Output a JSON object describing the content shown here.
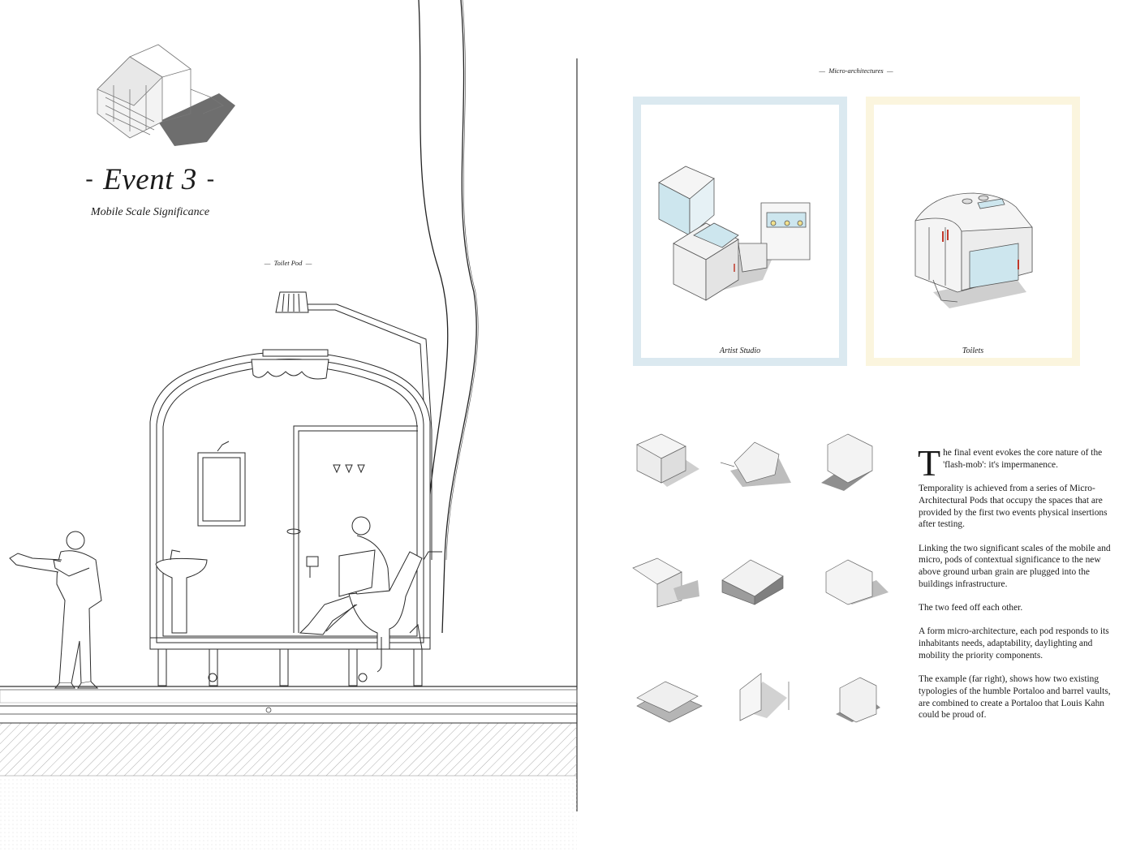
{
  "event": {
    "title": "Event 3",
    "subtitle": "Mobile Scale Significance"
  },
  "captions": {
    "toilet_pod": "Toilet Pod",
    "micro_architectures": "Micro-architectures",
    "artist_studio": "Artist Studio",
    "toilets": "Toilets"
  },
  "colors": {
    "studio_frame": "#dbe9f0",
    "toilets_frame": "#fbf5de",
    "line": "#2a2a2a",
    "shadow": "#8c8c8c",
    "glass": "#cde6ee",
    "accent_red": "#c0392b",
    "accent_yellow": "#f1e08c"
  },
  "text": {
    "dropcap": "T",
    "p1": "he final event evokes the core nature of the 'flash-mob': it's impermanence.",
    "p2": "Temporality is achieved from a series of Micro-Architectural Pods that occupy the spaces that are provided by the first two events physical insertions after testing.",
    "p3": "Linking the two significant scales of the mobile and micro, pods of contextual significance to the new above ground urban grain are plugged into the buildings infrastructure.",
    "p4": "The two feed off each other.",
    "p5": "A form micro-architecture, each pod responds to its inhabitants needs, adaptability, daylighting and mobility the priority components.",
    "p6": "The example (far right), shows how two existing typologies of the humble Portaloo and barrel vaults, are combined to create a Portaloo that Louis Kahn could be proud of."
  }
}
